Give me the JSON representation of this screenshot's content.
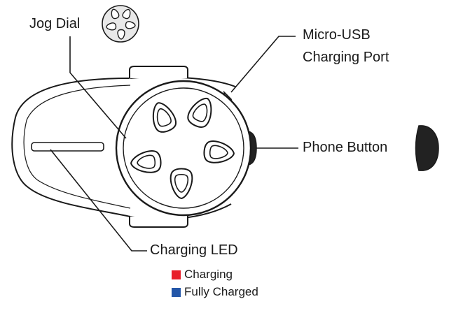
{
  "labels": {
    "jog_dial": "Jog Dial",
    "micro_usb_line1": "Micro-USB",
    "micro_usb_line2": "Charging Port",
    "phone_button": "Phone Button",
    "charging_led": "Charging LED"
  },
  "legend": [
    {
      "label": "Charging",
      "color": "#e8202a"
    },
    {
      "label": "Fully Charged",
      "color": "#2356a8"
    }
  ],
  "colors": {
    "outline": "#1a1a1a",
    "button_fill": "#222222",
    "background": "#ffffff"
  }
}
